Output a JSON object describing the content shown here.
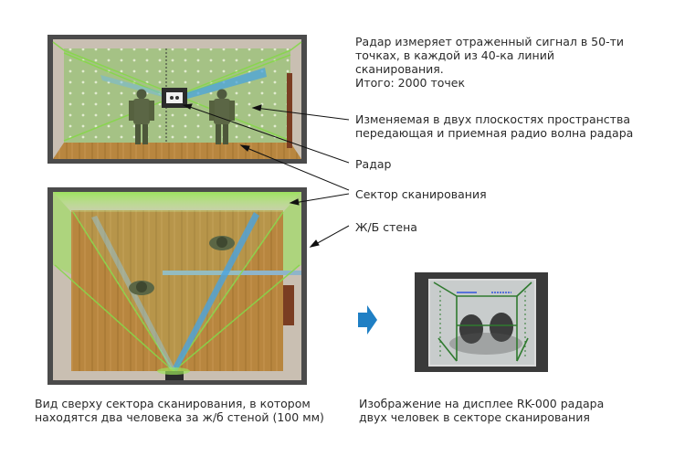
{
  "annotations": {
    "radar_measures": [
      "Радар измеряет отраженный сигнал в 50-ти",
      "точках, в каждой из 40-ка линий",
      "сканирования.",
      "Итого: 2000 точек"
    ],
    "wave": [
      "Изменяемая в двух плоскостях пространства",
      "передающая и приемная радио волна радара"
    ],
    "radar": "Радар",
    "scan_sector": "Сектор сканирования",
    "rc_wall": "Ж/Б стена"
  },
  "captions": {
    "top_view": [
      "Вид сверху сектора сканирования, в котором",
      "находятся два человека за ж/б стеной (100 мм)"
    ],
    "display": [
      "Изображение на дисплее RK-000 радара",
      "двух человек в секторе сканирования"
    ]
  },
  "colors": {
    "scan_green": "#8fd14f",
    "wave_blue": "#4aa3df",
    "arrow_blue": "#1f7fc4",
    "wall": "#c8b8a8",
    "floor_wood": "#b08040"
  }
}
